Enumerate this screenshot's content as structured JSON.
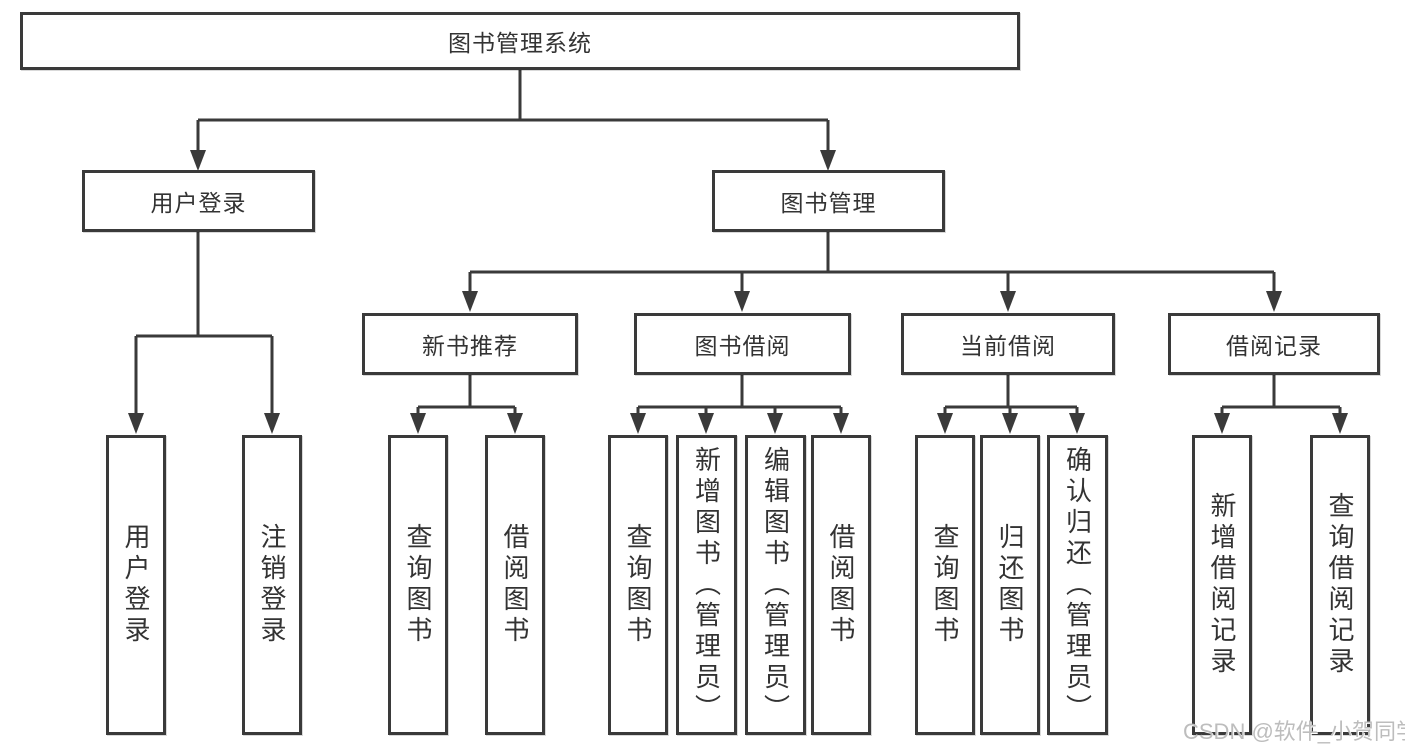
{
  "diagram": {
    "title": "图书管理系统",
    "root": {
      "label": "图书管理系统"
    },
    "level2": [
      {
        "id": "user-login",
        "label": "用户登录"
      },
      {
        "id": "book-management",
        "label": "图书管理"
      }
    ],
    "level3": [
      {
        "id": "new-book-recommendation",
        "label": "新书推荐",
        "parent": "图书管理"
      },
      {
        "id": "book-borrowing",
        "label": "图书借阅",
        "parent": "图书管理"
      },
      {
        "id": "current-borrowing",
        "label": "当前借阅",
        "parent": "图书管理"
      },
      {
        "id": "borrowing-records",
        "label": "借阅记录",
        "parent": "图书管理"
      }
    ],
    "leaves": [
      {
        "label": "用户登录",
        "parent": "用户登录"
      },
      {
        "label": "注销登录",
        "parent": "用户登录"
      },
      {
        "label": "查询图书",
        "parent": "新书推荐"
      },
      {
        "label": "借阅图书",
        "parent": "新书推荐"
      },
      {
        "label": "查询图书",
        "parent": "图书借阅"
      },
      {
        "label": "新增图书（管理员）",
        "parent": "图书借阅"
      },
      {
        "label": "编辑图书（管理员）",
        "parent": "图书借阅"
      },
      {
        "label": "借阅图书",
        "parent": "图书借阅"
      },
      {
        "label": "查询图书",
        "parent": "当前借阅"
      },
      {
        "label": "归还图书",
        "parent": "当前借阅"
      },
      {
        "label": "确认归还（管理员）",
        "parent": "当前借阅"
      },
      {
        "label": "新增借阅记录",
        "parent": "借阅记录"
      },
      {
        "label": "查询借阅记录",
        "parent": "借阅记录"
      }
    ]
  },
  "watermark": {
    "text": "CSDN @软件_小贺同学"
  },
  "colors": {
    "line": "#3a3a3a",
    "text": "#333333",
    "watermark": "#bdbdbd",
    "background": "#ffffff"
  }
}
